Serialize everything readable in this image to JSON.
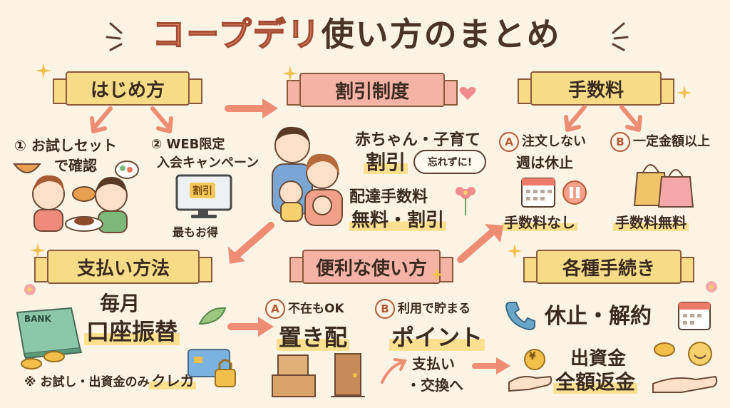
{
  "title": {
    "part1": "コープデリ",
    "part2": "使い方のまとめ"
  },
  "sections": {
    "start": {
      "banner": "はじめ方",
      "item1_num": "①",
      "item1_line1": "お試しセット",
      "item1_line2": "で確認",
      "item2_num": "②",
      "item2_line1": "WEB限定",
      "item2_line2": "入会キャンペーン",
      "monitor_label": "割引",
      "note": "最もお得"
    },
    "discount": {
      "banner": "割引制度",
      "line1": "赤ちゃん・子育て",
      "line2": "割引",
      "bubble": "忘れずに!",
      "line3": "配達手数料",
      "line4": "無料・割引"
    },
    "fee": {
      "banner": "手数料",
      "a_badge": "A",
      "a_line1": "注文しない",
      "a_line2": "週は休止",
      "b_badge": "B",
      "b_line1": "一定金額以上",
      "a_result": "手数料なし",
      "b_result": "手数料無料"
    },
    "payment": {
      "banner": "支払い方法",
      "line1": "毎月",
      "line2": "口座振替",
      "bank_label": "BANK",
      "note_prefix": "※ お試し・出資金のみ",
      "note_emph": "クレカ"
    },
    "convenient": {
      "banner": "便利な使い方",
      "a_badge": "A",
      "a_label": "不在もOK",
      "a_main": "置き配",
      "b_badge": "B",
      "b_label": "利用で貯まる",
      "b_main": "ポイント",
      "b_sub1": "支払い",
      "b_sub2": "・交換へ"
    },
    "procedures": {
      "banner": "各種手続き",
      "line1": "休止・解約",
      "line2": "出資金",
      "line3": "全額返金",
      "coin_label": "¥"
    }
  },
  "colors": {
    "banner_yellow": "#f6dc87",
    "banner_pink": "#f4b3a4",
    "arrow": "#ee8c74",
    "title": "#ef8a6a"
  }
}
